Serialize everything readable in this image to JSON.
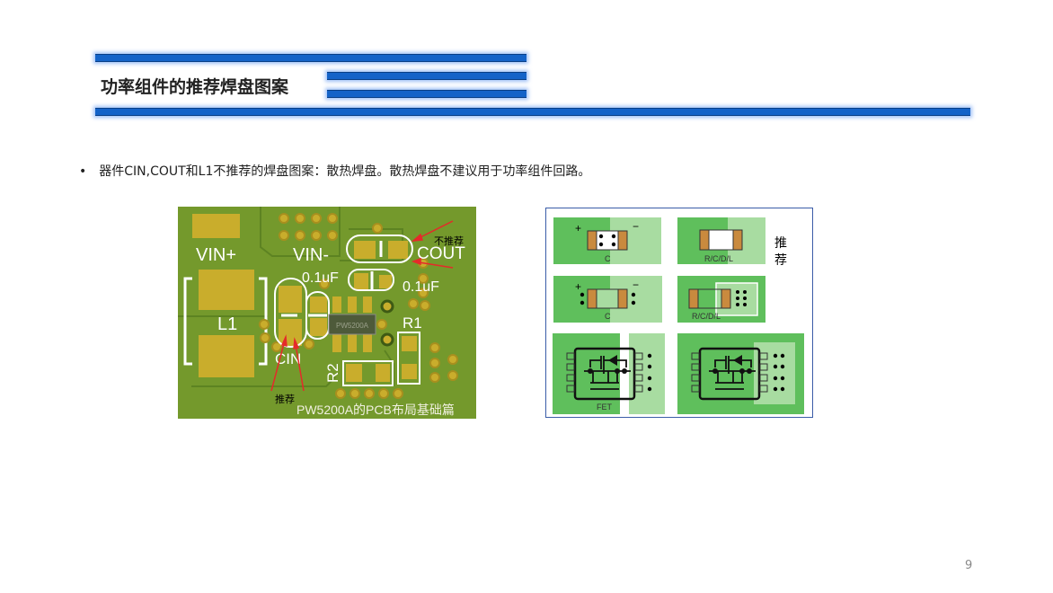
{
  "title": "功率组件的推荐焊盘图案",
  "bullet": "器件CIN,COUT和L1不推荐的焊盘图案：散热焊盘。散热焊盘不建议用于功率组件回路。",
  "pcb": {
    "vin_plus": "VIN+",
    "vin_minus": "VIN-",
    "l1": "L1",
    "cin": "CIN",
    "cout": "COUT",
    "cap1": "0.1uF",
    "cap2": "0.1uF",
    "r1": "R1",
    "r2": "R2",
    "ic": "PW5200A",
    "not_recommended": "不推荐",
    "recommended": "推荐",
    "caption": "PW5200A的PCB布局基础篇"
  },
  "pads": {
    "plus1": "+",
    "minus1": "−",
    "c1": "C",
    "rcdl1": "R/C/D/L",
    "plus2": "+",
    "minus2": "−",
    "c2": "C",
    "rcdl2": "R/C/D/L",
    "fet": "FET",
    "rec1": "推",
    "rec2": "荐"
  },
  "page_number": "9"
}
